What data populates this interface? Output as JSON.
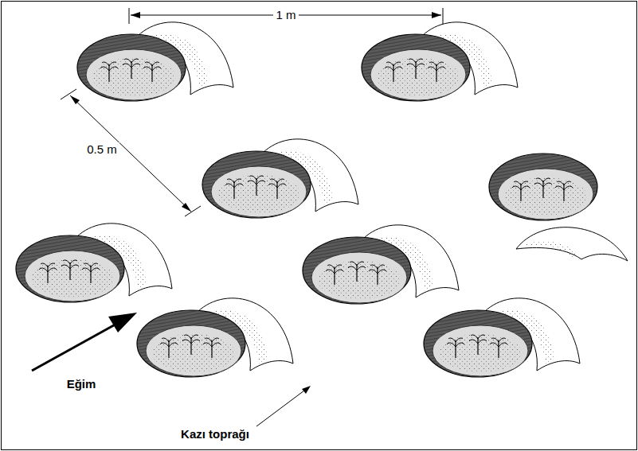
{
  "diagram": {
    "labels": [
      "1 m",
      "0.5 m",
      "Eğim",
      "Kazı toprağı"
    ]
  }
}
